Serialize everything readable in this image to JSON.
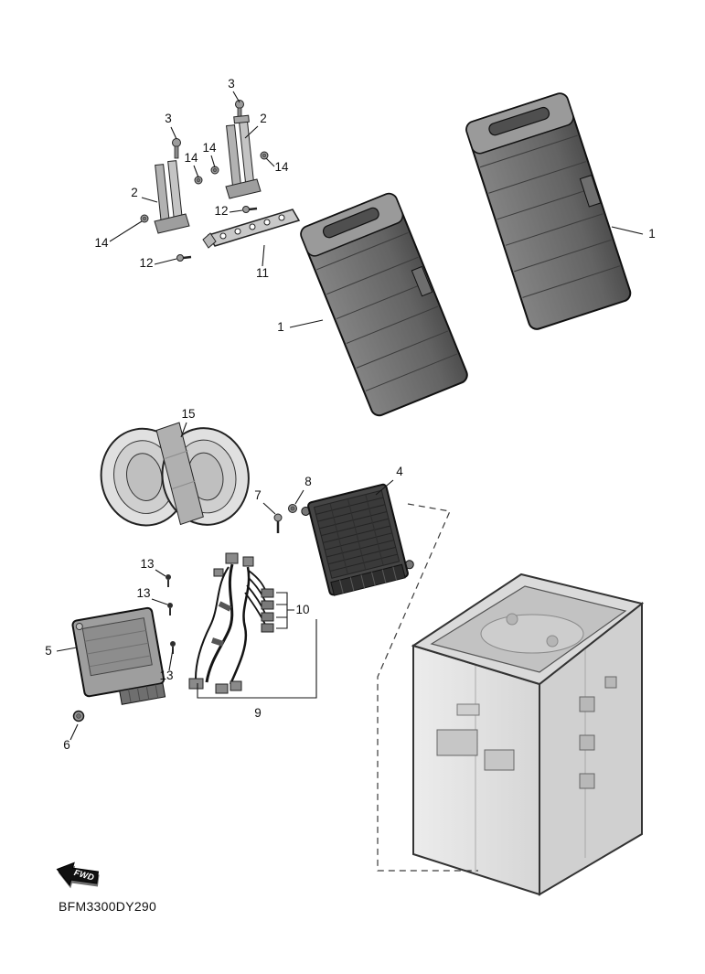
{
  "page": {
    "background": "#ffffff"
  },
  "diagram": {
    "code": "BFM3300DY290",
    "fwd_label": "FWD",
    "colors": {
      "line": "#161616",
      "battery_fill": "#6e6e6e",
      "box_fill": "#e2e2e2"
    },
    "callouts": [
      {
        "part": "3"
      },
      {
        "part": "2"
      },
      {
        "part": "3"
      },
      {
        "part": "14"
      },
      {
        "part": "14"
      },
      {
        "part": "14"
      },
      {
        "part": "2"
      },
      {
        "part": "14"
      },
      {
        "part": "12"
      },
      {
        "part": "12"
      },
      {
        "part": "11"
      },
      {
        "part": "1"
      },
      {
        "part": "1"
      },
      {
        "part": "15"
      },
      {
        "part": "4"
      },
      {
        "part": "8"
      },
      {
        "part": "7"
      },
      {
        "part": "13"
      },
      {
        "part": "13"
      },
      {
        "part": "5"
      },
      {
        "part": "13"
      },
      {
        "part": "10"
      },
      {
        "part": "9"
      },
      {
        "part": "6"
      }
    ]
  }
}
